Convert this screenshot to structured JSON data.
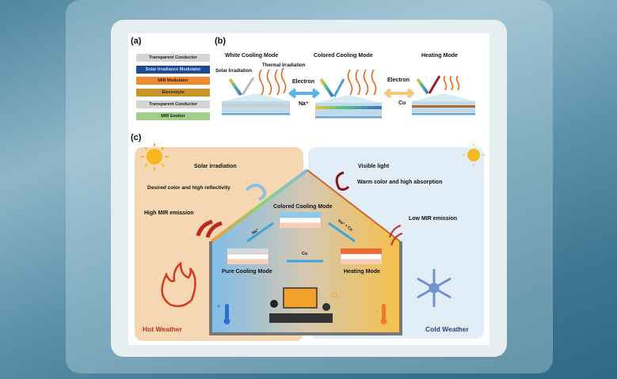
{
  "panel_a": {
    "label": "(a)",
    "layers": [
      {
        "name": "Transparent Conductor",
        "color": "#d4d4d4"
      },
      {
        "name": "Solar Irradiance Modulator",
        "color": "#1f4a93"
      },
      {
        "name": "MIR Modulator",
        "color": "#f08a30"
      },
      {
        "name": "Electrolyte",
        "color": "#c9952a"
      },
      {
        "name": "Transparent Conductor",
        "color": "#d4d4d4"
      },
      {
        "name": "MIR Emitter",
        "color": "#9fcf8a"
      }
    ]
  },
  "panel_b": {
    "label": "(b)",
    "white_mode": "White Cooling Mode",
    "colored_mode": "Colored Cooling Mode",
    "heating_mode": "Heating Mode",
    "solar": "Solar Irradiation",
    "thermal": "Thermal Irradiation",
    "electron1": "Electron",
    "ion1": "Na⁺",
    "electron2": "Electron",
    "ion2": "Cu"
  },
  "panel_c": {
    "label": "(c)",
    "solar": "Solar irradiation",
    "desired": "Desired color and high reflectivity",
    "high_mir": "High MIR emission",
    "visible": "Visible light",
    "warm": "Warm color and high absorption",
    "low_mir": "Low MIR emission",
    "colored_mode": "Colored Cooling Mode",
    "pure_mode": "Pure Cooling Mode",
    "heating_mode": "Heating Mode",
    "na": "Na⁺",
    "na_cu": "Na⁺ + Cu",
    "cu": "Cu",
    "hot": "Hot Weather",
    "cold": "Cold Weather"
  }
}
